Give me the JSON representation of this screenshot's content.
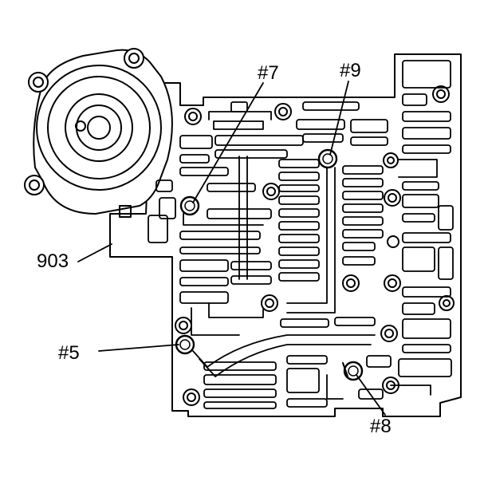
{
  "diagram": {
    "labels": {
      "part_903": "903",
      "check_ball_7": "#7",
      "check_ball_9": "#9",
      "check_ball_5": "#5",
      "check_ball_8": "#8"
    },
    "colors": {
      "line": "#000000",
      "background": "#ffffff"
    }
  }
}
